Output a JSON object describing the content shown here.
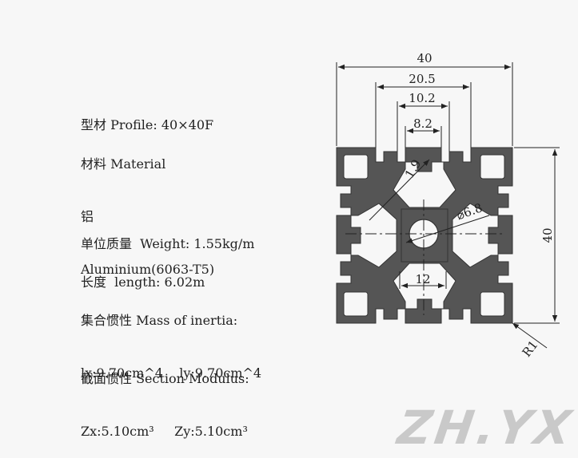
{
  "specs": {
    "profile": "型材 Profile: 40×40F",
    "material_heading": "材料 Material",
    "material_cn": "铝",
    "material_value": "Aluminium(6063-T5)",
    "weight": "单位质量  Weight: 1.55kg/m",
    "length": "长度  length: 6.02m",
    "inertia_heading": "集合惯性 Mass of inertia:",
    "inertia_values": "lx:9.70cm^4    ly:9.70cm^4",
    "modulus_heading": "截面惯性 Section Modulus:",
    "modulus_values": "Zx:5.10cm³     Zy:5.10cm³"
  },
  "dimensions": {
    "overall_width": "40",
    "slot_outer": "20.5",
    "slot_middle": "10.2",
    "slot_opening": "8.2",
    "wall": "1.9",
    "bore": "⌀6.8",
    "core": "12",
    "overall_height": "40",
    "radius": "R1"
  },
  "watermark": "ZH.YX",
  "colors": {
    "profile_fill": "#555555",
    "cavity_fill": "#f7f7f7",
    "line": "#222222"
  }
}
